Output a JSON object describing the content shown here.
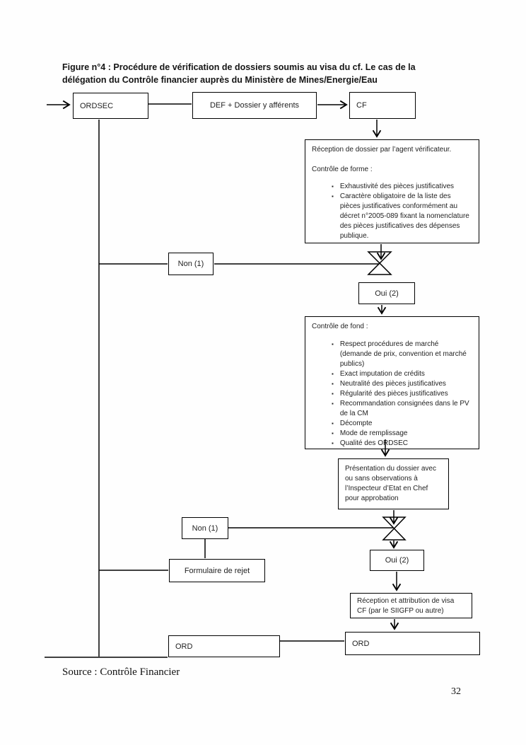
{
  "figure": {
    "title": "Figure n°4 : Procédure de vérification de dossiers soumis au visa du cf. Le cas de la\ndélégation du Contrôle financier auprès du Ministère de Mines/Energie/Eau",
    "source": "Source : Contrôle Financier",
    "page_number": "32"
  },
  "flowchart": {
    "ordsec_label": "ORDSEC",
    "def_label": "DEF + Dossier y afférents",
    "cf_label": "CF",
    "reception_forme": {
      "intro": "Réception de dossier par l’agent vérificateur.",
      "heading": "Contrôle de forme :",
      "bullets": [
        "Exhaustivité des pièces justificatives",
        "Caractère obligatoire de la liste des pièces justificatives conformément au décret n°2005-089 fixant la nomenclature des pièces justificatives des dépenses publique."
      ]
    },
    "non_1": "Non (1)",
    "oui_1": "Oui (2)",
    "controle_fond": {
      "heading": "Contrôle de fond :",
      "bullets": [
        "Respect procédures de marché (demande de prix, convention et marché publics)",
        "Exact imputation de crédits",
        "Neutralité des pièces justificatives",
        "Régularité des pièces justificatives",
        "Recommandation consignées dans le PV de la CM",
        "Décompte",
        "Mode de remplissage",
        "Qualité des ORDSEC"
      ]
    },
    "presentation": "Présentation du dossier avec\nou sans observations à\nl’Inspecteur d’Etat en Chef\npour approbation",
    "non_2": "Non (1)",
    "formulaire_rejet": "Formulaire de rejet",
    "oui_2": "Oui (2)",
    "visa": "Réception et attribution de visa\nCF (par le SIIGFP ou autre)",
    "ord_left": "ORD",
    "ord_right": "ORD"
  }
}
